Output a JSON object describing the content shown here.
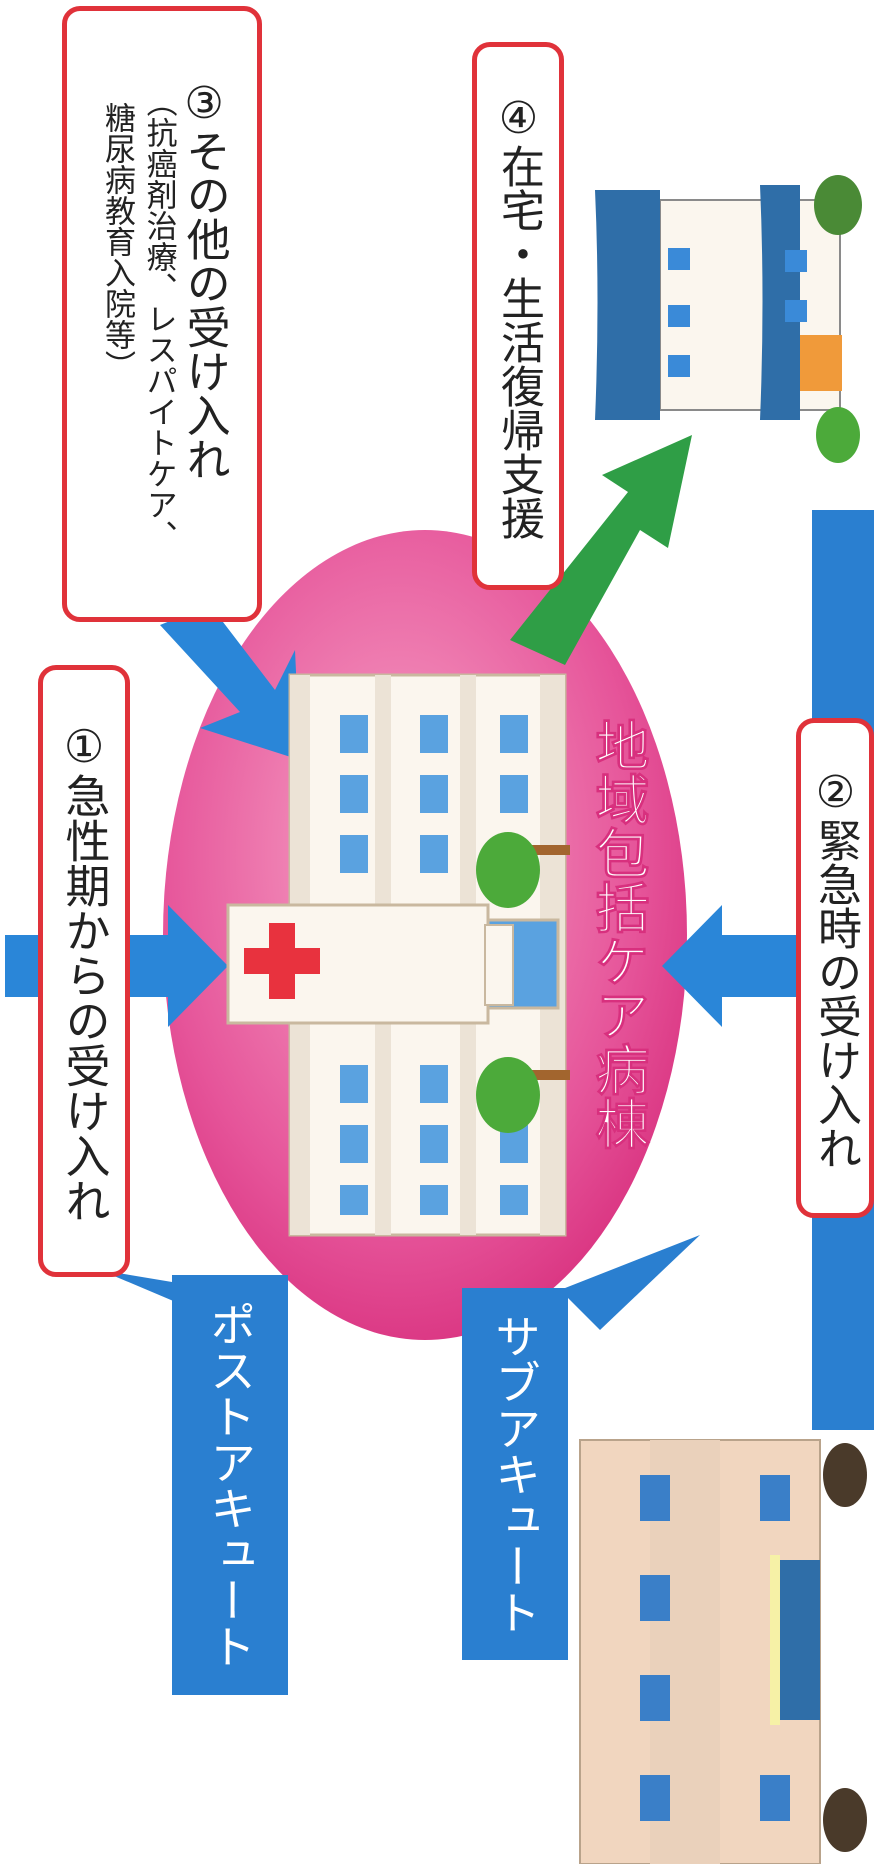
{
  "labels": {
    "acute": "①急性期からの受け入れ",
    "emergency": "②緊急時の受け入れ",
    "other_title": "③その他の受け入れ",
    "other_detail_1": "（抗癌剤治療、レスパイトケア、",
    "other_detail_2": "糖尿病教育入院等）",
    "home": "④在宅・生活復帰支援",
    "post_acute": "ポストアキュート",
    "sub_acute": "サブアキュート",
    "ward": "地域包括ケア病棟"
  },
  "colors": {
    "red_border": "#e0323a",
    "blue": "#2a7fd0",
    "pink": "#e0468a",
    "green": "#2fa043"
  },
  "icons": [
    "hospital-icon",
    "house-icon",
    "clinic-icon",
    "red-cross-icon",
    "tree-icon"
  ]
}
